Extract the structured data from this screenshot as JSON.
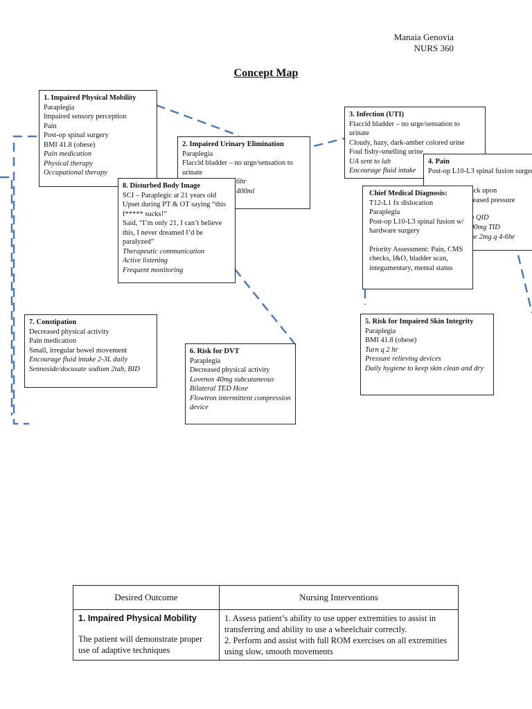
{
  "header": {
    "name": "Manaia Genovia",
    "course": "NURS 360",
    "title": "Concept Map"
  },
  "boxes": {
    "b1": {
      "title": "1. Impaired Physical Mobility",
      "lines": [
        "Paraplegia",
        "Impaired sensory perception",
        "Pain",
        "Post-op spinal surgery",
        "BMI 41.8 (obese)"
      ],
      "interventions": [
        "Pain medication",
        "Physical therapy",
        "Occupational therapy"
      ]
    },
    "b2": {
      "title": "2. Impaired Urinary Elimination",
      "lines": [
        "Paraplegia",
        "Flaccid bladder – no urge/sensation to urinate"
      ],
      "fragments": [
        "6hr",
        "400ml"
      ]
    },
    "b3": {
      "title": "3. Infection (UTI)",
      "lines": [
        "Flaccid bladder – no urge/sensation to urinate",
        "Cloudy, hazy, dark-amber colored urine",
        "Foul fishy-smelling urine"
      ],
      "interventions": [
        "UA sent to lab",
        "Encourage fluid intake"
      ]
    },
    "b4": {
      "title": "4. Pain",
      "lines": [
        "Post-op L10-L3 spinal fusion surgery"
      ],
      "fragments": [
        "ack upon",
        "reased pressure",
        "g QID",
        "00mg TID",
        "ne 2mg q 4-6hr"
      ]
    },
    "chief": {
      "title": "Chief Medical Diagnosis:",
      "lines": [
        "T12-L1 fx dislocation",
        "Paraplegia",
        "Post-op L10-L3 spinal fusion w/ hardware surgery"
      ],
      "priority": "Priority Assessment: Pain, CMS checks, I&O, bladder scan, integumentary, mental status"
    },
    "b5": {
      "title": "5. Risk for Impaired Skin Integrity",
      "lines": [
        "Paraplegia",
        "BMI 41.8 (obese)"
      ],
      "interventions": [
        "Turn q 2 hr",
        "Pressure relieving devices",
        "Daily hygiene to keep skin clean and dry"
      ]
    },
    "b6": {
      "title": "6. Risk for DVT",
      "lines": [
        "Paraplegia",
        "Decreased physical activity"
      ],
      "interventions": [
        "Lovenox 40mg subcutaneous",
        "Bilateral TED Hose",
        "Flowtron intermittent compression device"
      ]
    },
    "b7": {
      "title": "7. Constipation",
      "lines": [
        "Decreased physical activity",
        "Pain medication",
        "Small, irregular bowel movement"
      ],
      "interventions": [
        "Encourage fluid intake 2-3L daily",
        "Sennoside/docusate sodium 2tab, BID"
      ]
    },
    "b8": {
      "title": "8. Disturbed Body Image",
      "lines": [
        "SCI – Paraplegic at 21 years old",
        "Upset during PT & OT saying “this f***** sucks!”",
        "Said, “I’m only 21, I can’t believe this, I never dreamed I’d be paralyzed”"
      ],
      "interventions": [
        "Therapeutic communication",
        "Active listening",
        "Frequent monitoring"
      ]
    }
  },
  "table": {
    "col1_header": "Desired Outcome",
    "col2_header": "Nursing Interventions",
    "row1": {
      "heading": "1. Impaired Physical Mobility",
      "outcome": "The patient will demonstrate proper use of adaptive techniques",
      "interventions": [
        "1. Assess patient’s ability to use upper extremities to assist in transferring and ability to use a wheelchair correctly.",
        "2. Perform and assist with full ROM exercises on all extremities using slow, smooth movements"
      ]
    }
  },
  "colors": {
    "connector": "#4a7ab5",
    "border": "#222222"
  }
}
